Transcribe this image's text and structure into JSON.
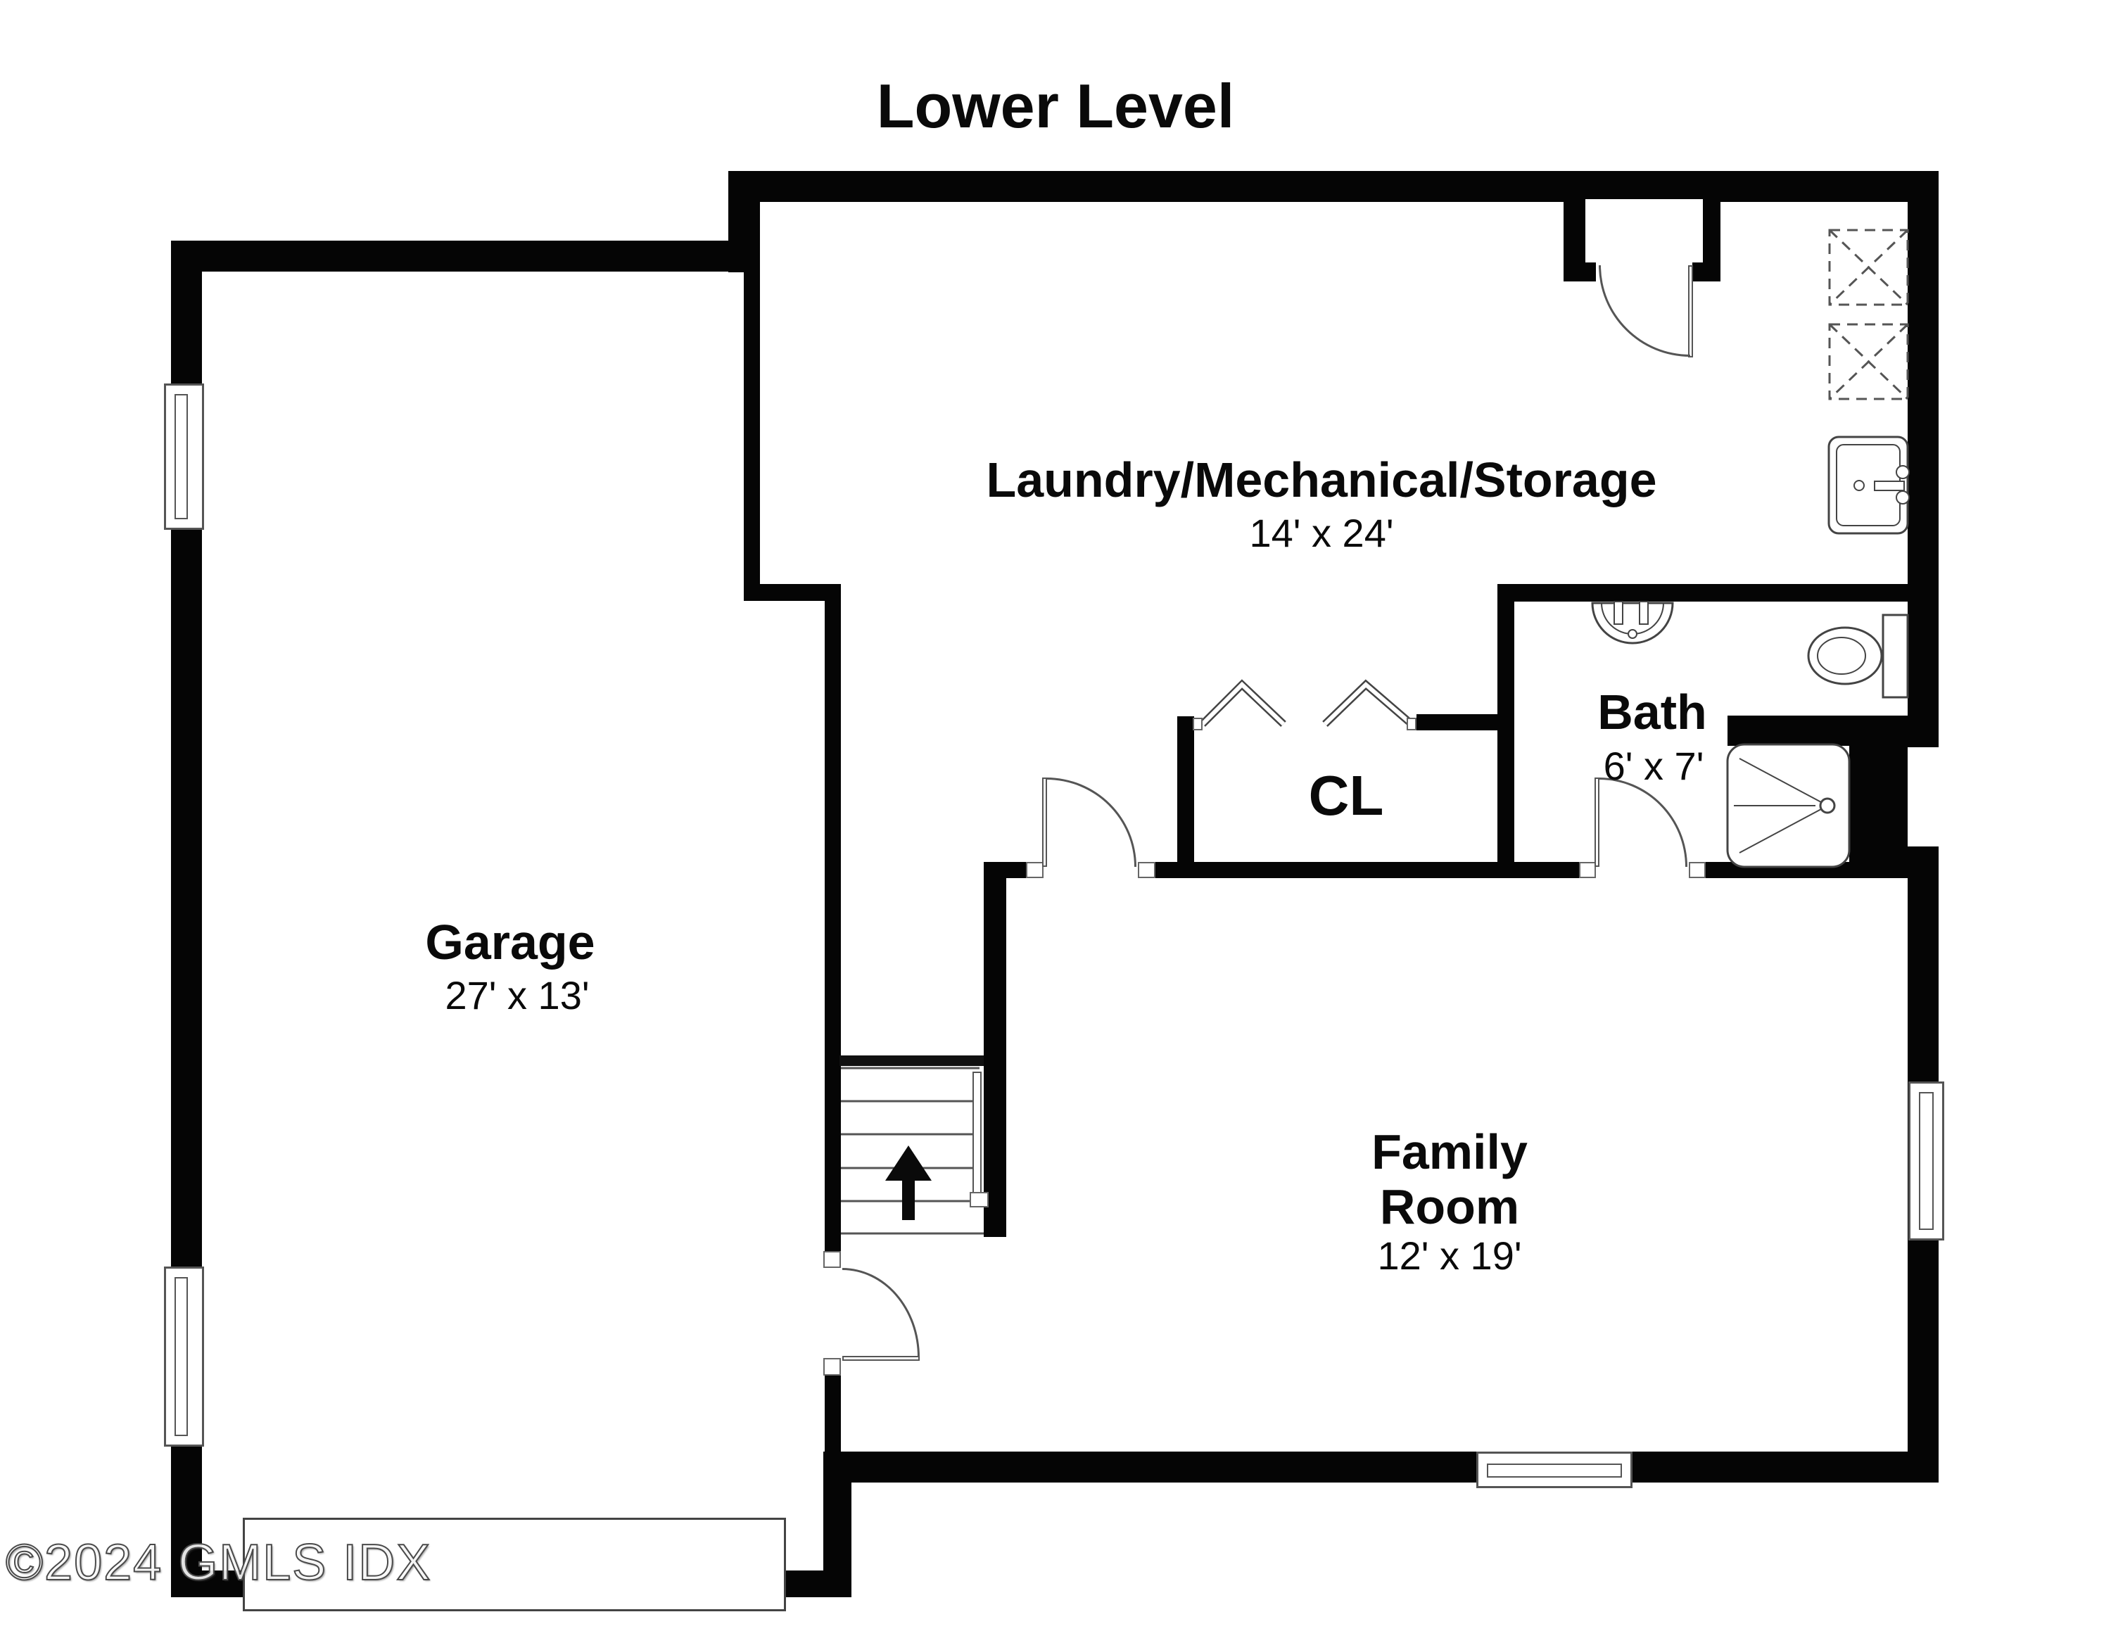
{
  "title": "Lower Level",
  "rooms": {
    "laundry": {
      "label": "Laundry/Mechanical/Storage",
      "dims": "14' x 24'"
    },
    "garage": {
      "label": "Garage",
      "dims": "27' x 13'"
    },
    "bath": {
      "label": "Bath",
      "dims": "6' x 7'"
    },
    "closet": {
      "label": "CL"
    },
    "family": {
      "label_line1": "Family",
      "label_line2": "Room",
      "dims": "12' x 19'"
    }
  },
  "watermark": "©2024 GMLS IDX",
  "colors": {
    "wall": "#050505",
    "line": "#555555",
    "background": "#ffffff",
    "text": "#0a0a0a"
  }
}
